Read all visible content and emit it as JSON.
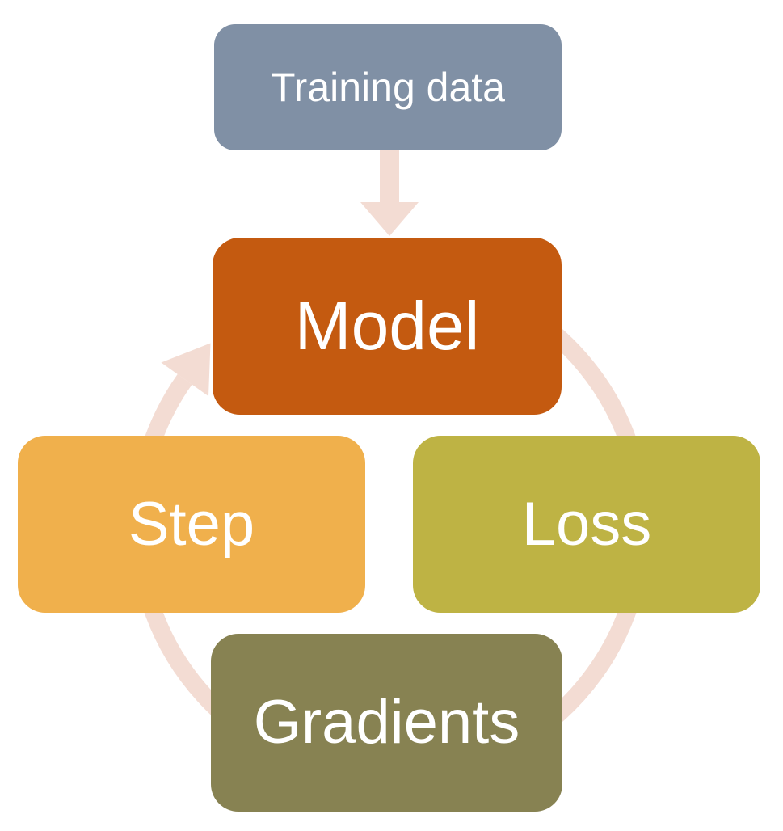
{
  "diagram": {
    "type": "cycle",
    "connector_color": "#F3DCD3",
    "nodes": {
      "training_data": {
        "label": "Training data",
        "color": "#8090A5"
      },
      "model": {
        "label": "Model",
        "color": "#C45A10"
      },
      "loss": {
        "label": "Loss",
        "color": "#BEB344"
      },
      "gradients": {
        "label": "Gradients",
        "color": "#878252"
      },
      "step": {
        "label": "Step",
        "color": "#F0B04C"
      }
    },
    "arrows": {
      "down_arrow": {
        "from": "training_data",
        "to": "model"
      },
      "cycle_arrow": {
        "order": [
          "model",
          "loss",
          "gradients",
          "step"
        ],
        "direction": "clockwise",
        "arrowhead_between": "step-and-model"
      }
    }
  }
}
